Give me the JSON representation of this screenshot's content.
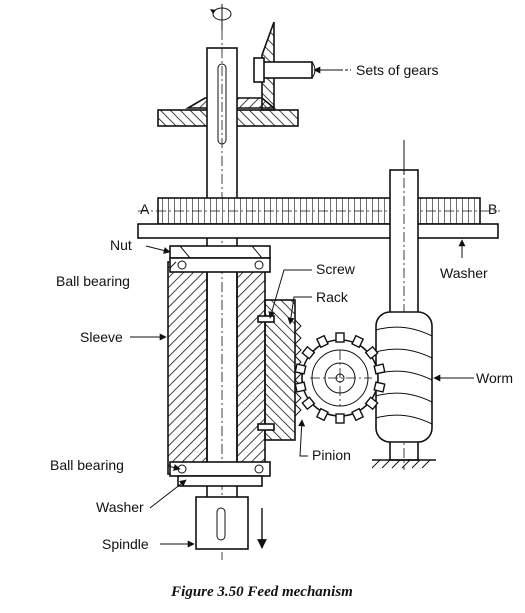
{
  "labels": {
    "sets_of_gears": "Sets of gears",
    "point_a": "A",
    "point_b": "B",
    "nut": "Nut",
    "ball_bearing_top": "Ball bearing",
    "washer_right": "Washer",
    "screw": "Screw",
    "rack": "Rack",
    "sleeve": "Sleeve",
    "worm": "Worm",
    "pinion": "Pinion",
    "ball_bearing_bottom": "Ball bearing",
    "washer_bottom": "Washer",
    "spindle": "Spindle"
  },
  "caption": "Figure 3.50 Feed mechanism",
  "icons": {
    "rotation": "rotation-arrow-icon",
    "feed_direction": "down-arrow-icon",
    "ground": "ground-hatch-icon"
  }
}
